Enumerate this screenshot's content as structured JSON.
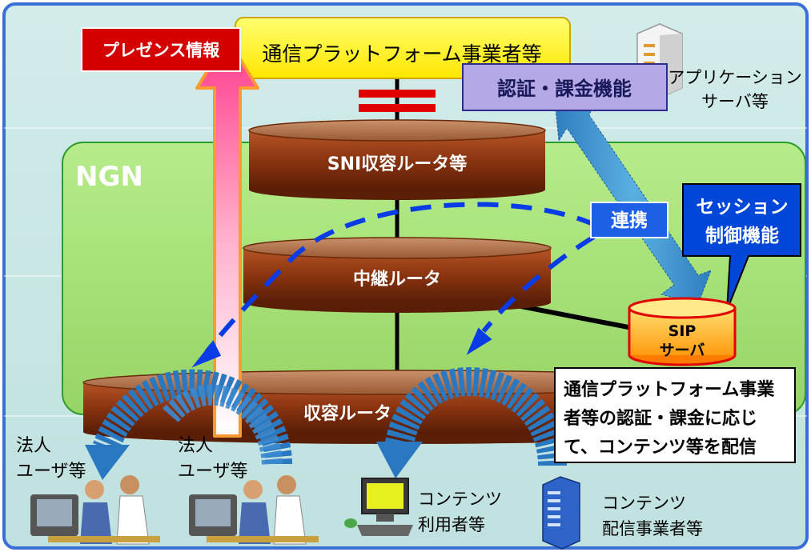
{
  "network_label": "NGN",
  "presence_label": "プレゼンス情報",
  "platform_label": "通信プラットフォーム事業者等",
  "auth_label": "認証・課金機能",
  "app_server_label": [
    "アプリケーション",
    "サーバ等"
  ],
  "sni_router_label": "SNI収容ルータ等",
  "relay_router_label": "中継ルータ",
  "access_router_label": "収容ルータ",
  "link_label": "連携",
  "session_label": [
    "セッション",
    "制御機能"
  ],
  "sip_label": [
    "SIP",
    "サーバ"
  ],
  "description_lines": [
    "通信プラットフォーム事業",
    "者等の認証・課金に応じ",
    "て、コンテンツ等を配信"
  ],
  "corp_user_1": [
    "法人",
    "ユーザ等"
  ],
  "corp_user_2": [
    "法人",
    "ユーザ等"
  ],
  "content_user": [
    "コンテンツ",
    "利用者等"
  ],
  "content_provider": [
    "コンテンツ",
    "配信事業者等"
  ],
  "colors": {
    "frame": "#3a6fd8",
    "ngn_green": "#a6e07a",
    "router_brown": "#8a3a12",
    "platform_yellow": "#fff200",
    "presence_red": "#cc0000",
    "session_blue": "#0050e0",
    "link_blue": "#1e5fe8",
    "sip_orange": "#ffb020"
  }
}
